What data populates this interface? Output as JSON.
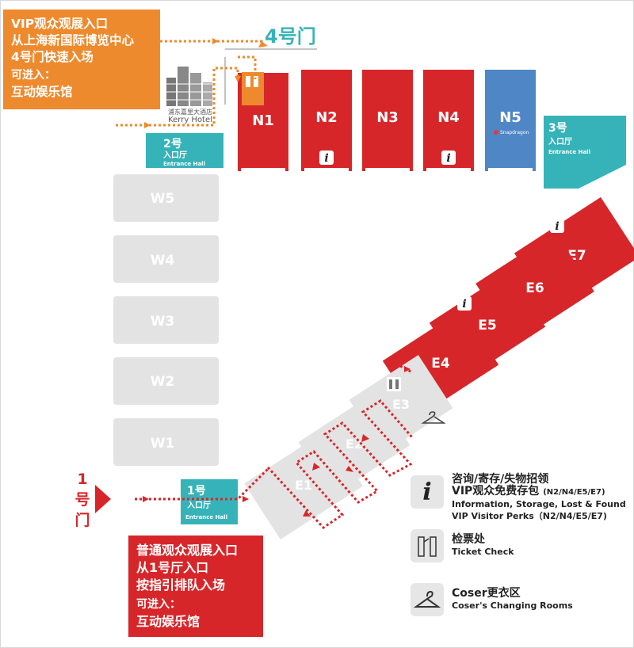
{
  "vip_entrance": {
    "line1": "VIP观众观展入口",
    "line2": "从上海新国际博览中心",
    "line3": "4号门快速入场",
    "line4": "可进入：",
    "line5": "互动娱乐馆"
  },
  "general_entrance": {
    "line1": "普通观众观展入口",
    "line2": "从1号厅入口",
    "line3": "按指引排队入场",
    "line4": "可进入：",
    "line5": "互动娱乐馆"
  },
  "gates": {
    "gate4": "4号门",
    "gate1_chars": [
      "1",
      "号",
      "门"
    ]
  },
  "entrance_halls": {
    "hall2": {
      "num": "2号",
      "zh": "入口厅",
      "en": "Entrance Hall"
    },
    "hall3": {
      "num": "3号",
      "zh": "入口厅",
      "en": "Entrance Hall"
    },
    "hall1": {
      "num": "1号",
      "zh": "入口厅",
      "en": "Entrance Hall"
    }
  },
  "hotel": {
    "zh": "浦东嘉里大酒店",
    "en": "Kerry Hotel"
  },
  "halls": {
    "north": [
      "N1",
      "N2",
      "N3",
      "N4",
      "N5"
    ],
    "west": [
      "W5",
      "W4",
      "W3",
      "W2",
      "W1"
    ],
    "east": [
      "E7",
      "E6",
      "E5",
      "E4",
      "E3",
      "E2",
      "E1"
    ],
    "n5_sponsor": "Snapdragon"
  },
  "legend": {
    "info": {
      "zh1": "咨询/寄存/失物招领",
      "zh2": "VIP观众免费存包",
      "zh2_note": "(N2/N4/E5/E7)",
      "en1": "Information, Storage, Lost & Found",
      "en2": "VIP Visitor Perks（N2/N4/E5/E7)"
    },
    "ticket": {
      "zh": "检票处",
      "en": "Ticket Check"
    },
    "coser": {
      "zh": "Coser更衣区",
      "en": "Coser's Changing  Rooms"
    }
  },
  "colors": {
    "red_hall": "#d7262a",
    "blue_hall": "#4f86c6",
    "grey_hall": "#e3e3e3",
    "teal": "#36b3b8",
    "orange": "#ee8a2e"
  },
  "icons": [
    "info-icon",
    "ticket-gate-icon",
    "hanger-icon",
    "arrow-right-icon",
    "hotel-building-icon"
  ]
}
